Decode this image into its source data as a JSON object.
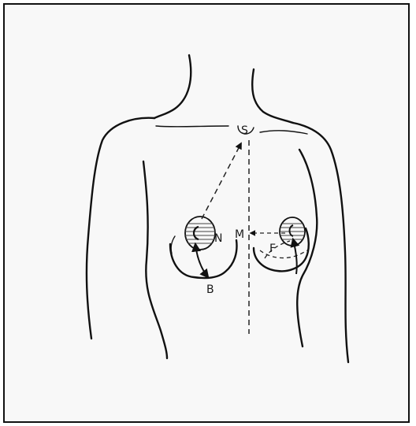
{
  "labels": {
    "sternal_notch": "S",
    "nipple": "N",
    "midline": "M",
    "fold": "F",
    "breast_base": "B"
  }
}
